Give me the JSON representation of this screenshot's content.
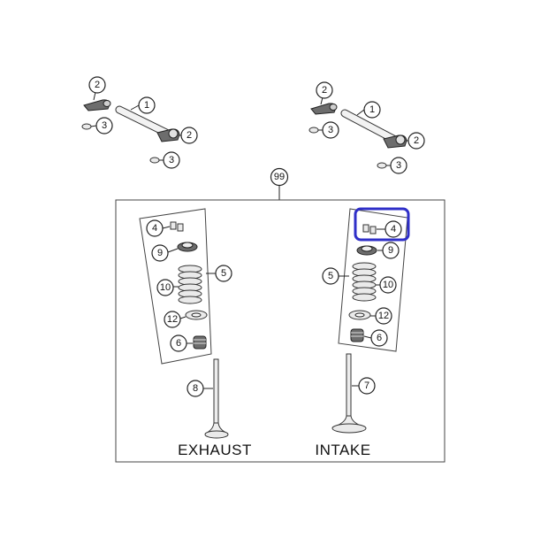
{
  "callouts": {
    "rocker_arm": "2",
    "rocker_shaft": "1",
    "shim": "3",
    "valve_assembly_kit": "99",
    "valve_keepers": "4",
    "spring_retainer": "9",
    "valve_spring": "5",
    "spring_coil": "10",
    "spring_seat": "12",
    "valve_stem_seal": "6",
    "exhaust_valve": "8",
    "intake_valve": "7"
  },
  "captions": {
    "exhaust": "EXHAUST",
    "intake": "INTAKE"
  },
  "highlight": {
    "target": "intake-keepers-callout",
    "color": "#2f2fc8"
  }
}
